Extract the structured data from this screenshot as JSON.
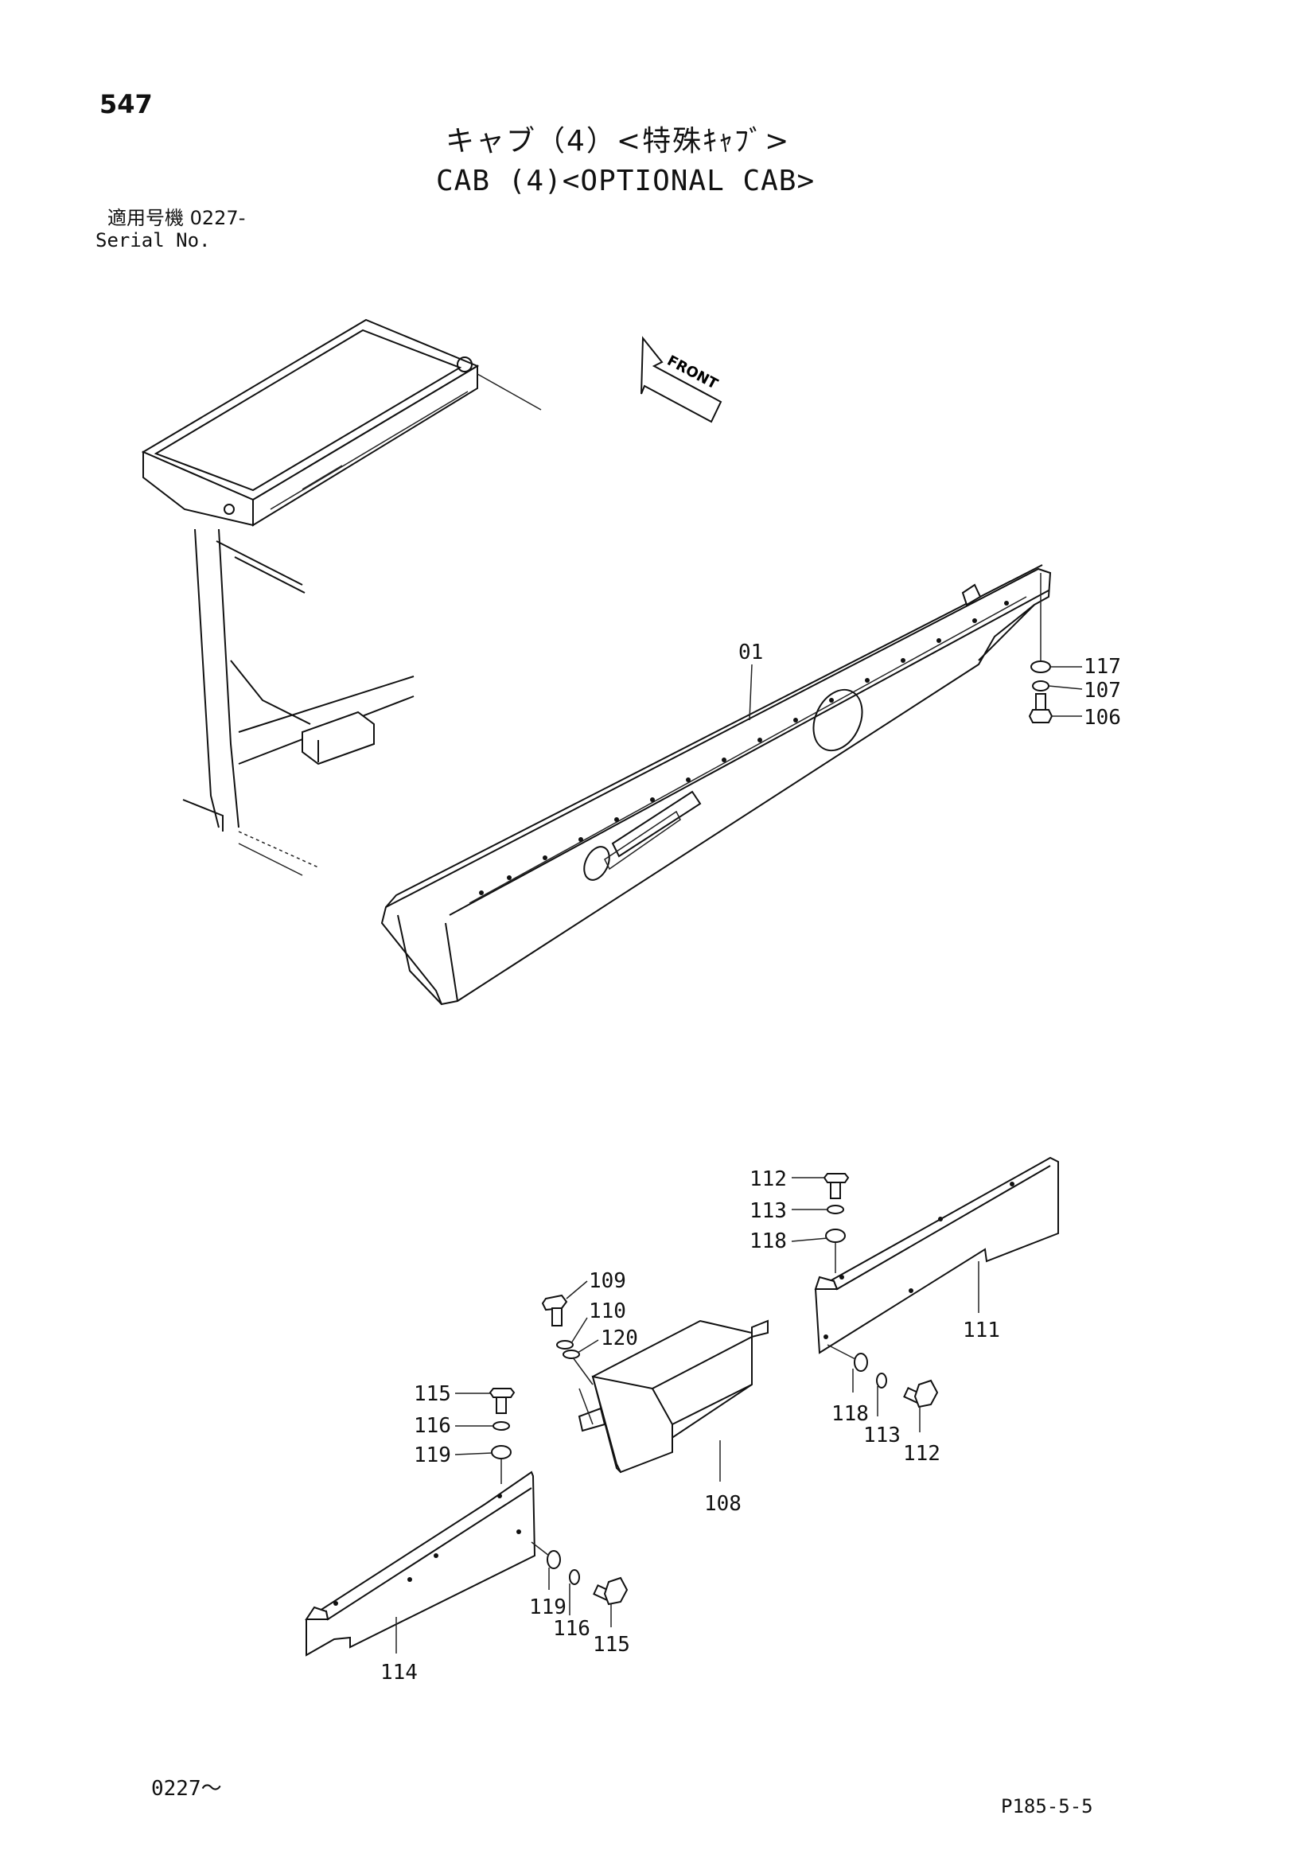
{
  "page_number": "547",
  "title_jp": "キャブ（4）<特殊ｷｬﾌﾞ>",
  "title_en": "CAB (4)<OPTIONAL CAB>",
  "serial_label_jp": "適用号機 0227-",
  "serial_label_en": "Serial No.",
  "front_marker": "FRONT",
  "footer_left": "0227～",
  "footer_right": "P185-5-5",
  "part_labels": [
    {
      "id": "p01",
      "text": "01"
    },
    {
      "id": "p117",
      "text": "117"
    },
    {
      "id": "p107",
      "text": "107"
    },
    {
      "id": "p106",
      "text": "106"
    },
    {
      "id": "p112a",
      "text": "112"
    },
    {
      "id": "p113a",
      "text": "113"
    },
    {
      "id": "p118a",
      "text": "118"
    },
    {
      "id": "p109",
      "text": "109"
    },
    {
      "id": "p110",
      "text": "110"
    },
    {
      "id": "p120",
      "text": "120"
    },
    {
      "id": "p111",
      "text": "111"
    },
    {
      "id": "p118b",
      "text": "118"
    },
    {
      "id": "p113b",
      "text": "113"
    },
    {
      "id": "p112b",
      "text": "112"
    },
    {
      "id": "p115a",
      "text": "115"
    },
    {
      "id": "p116a",
      "text": "116"
    },
    {
      "id": "p119a",
      "text": "119"
    },
    {
      "id": "p108",
      "text": "108"
    },
    {
      "id": "p119b",
      "text": "119"
    },
    {
      "id": "p116b",
      "text": "116"
    },
    {
      "id": "p115b",
      "text": "115"
    },
    {
      "id": "p114",
      "text": "114"
    }
  ]
}
